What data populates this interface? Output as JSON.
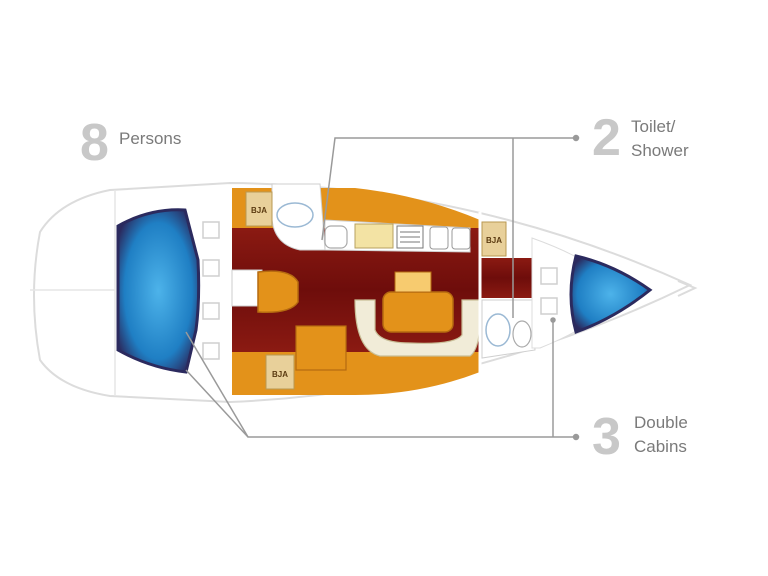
{
  "callouts": {
    "persons": {
      "number": "8",
      "label": "Persons"
    },
    "toilet": {
      "number": "2",
      "label_line1": "Toilet/",
      "label_line2": "Shower"
    },
    "cabins": {
      "number": "3",
      "label_line1": "Double",
      "label_line2": "Cabins"
    }
  },
  "colors": {
    "hull_outline": "#dcdcdc",
    "wood_dark": "#7a1010",
    "wood_light": "#e3921a",
    "bed_blue": "#2a8fd0",
    "bed_edge": "#2b2a5e",
    "settee": "#f1ecd8",
    "callout_line": "#9a9a9a",
    "number_gray": "#c8c8c8",
    "label_gray": "#7a7a7a"
  }
}
